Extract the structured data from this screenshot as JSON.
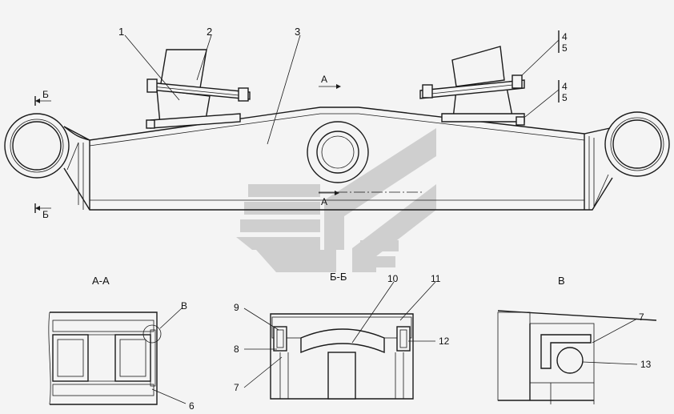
{
  "callouts": {
    "c1": "1",
    "c2": "2",
    "c3": "3",
    "c4a": "4",
    "c5a": "5",
    "c4b": "4",
    "c5b": "5",
    "c6": "6",
    "c7a": "7",
    "c7b": "7",
    "c8": "8",
    "c9": "9",
    "c10": "10",
    "c11": "11",
    "c12": "12",
    "c13": "13"
  },
  "markers": {
    "arrow_a_top": "А",
    "arrow_a_bottom": "А",
    "arrow_b_top": "Б",
    "arrow_b_bottom": "Б",
    "detail_v_marker": "В"
  },
  "views": {
    "section_a": "А-А",
    "section_b": "Б-Б",
    "detail_v": "В"
  },
  "colors": {
    "line": "#1a1a1a",
    "paper": "#f4f4f4",
    "logo": "#c9c9c9"
  }
}
